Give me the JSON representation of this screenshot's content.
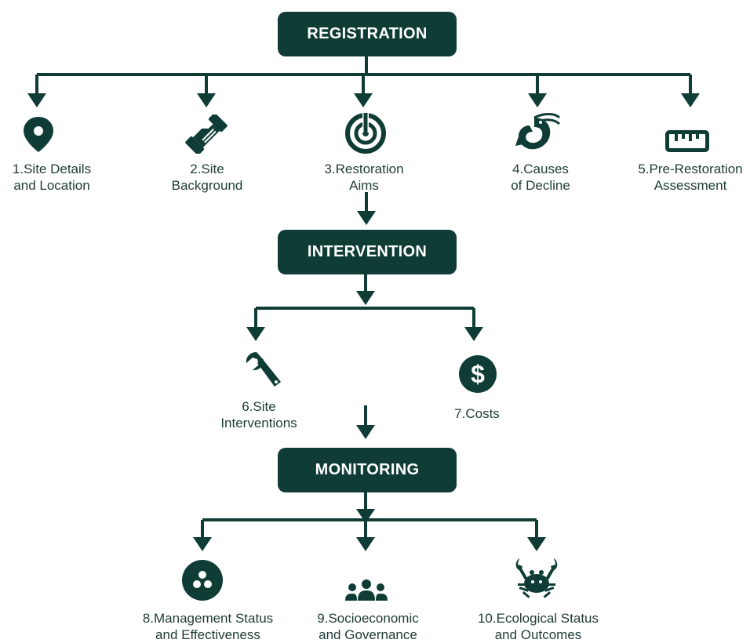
{
  "stages": {
    "registration": "REGISTRATION",
    "intervention": "INTERVENTION",
    "monitoring": "MONITORING"
  },
  "steps": [
    {
      "line1": "1.Site Details",
      "line2": "and Location",
      "icon": "location-pin-icon"
    },
    {
      "line1": "2.Site",
      "line2": "Background",
      "icon": "handshake-icon"
    },
    {
      "line1": "3.Restoration",
      "line2": "Aims",
      "icon": "target-icon"
    },
    {
      "line1": "4.Causes",
      "line2": "of Decline",
      "icon": "shrimp-icon"
    },
    {
      "line1": "5.Pre-Restoration",
      "line2": "Assessment",
      "icon": "ruler-icon"
    },
    {
      "line1": "6.Site",
      "line2": "Interventions",
      "icon": "wrench-icon"
    },
    {
      "line1": "7.Costs",
      "line2": "",
      "icon": "dollar-icon"
    },
    {
      "line1": "8.Management Status",
      "line2": "and Effectiveness",
      "icon": "dots-circle-icon"
    },
    {
      "line1": "9.Socioeconomic",
      "line2": "and Governance",
      "icon": "people-group-icon"
    },
    {
      "line1": "10.Ecological Status",
      "line2": "and Outcomes",
      "icon": "crab-icon"
    }
  ],
  "colors": {
    "primary": "#0f3d36",
    "text": "#1f3b37",
    "background": "#ffffff"
  }
}
